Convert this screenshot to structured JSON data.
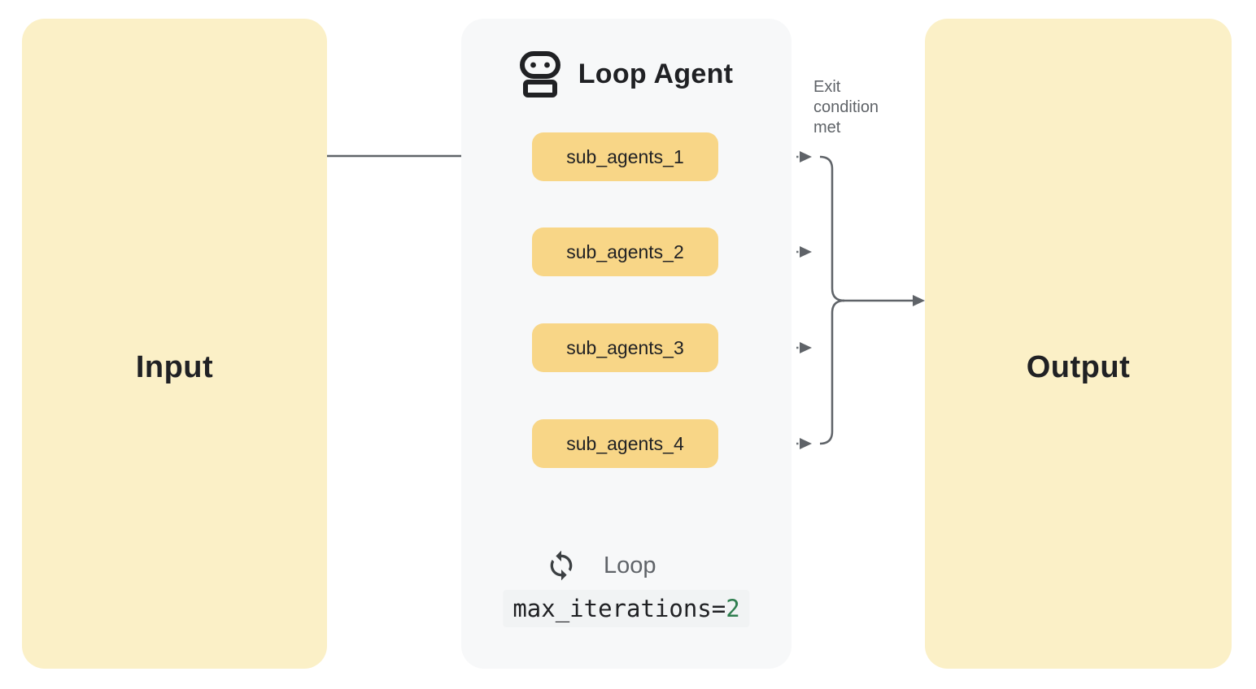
{
  "input": {
    "label": "Input"
  },
  "output": {
    "label": "Output"
  },
  "exit_label": "Exit\ncondition\nmet",
  "loop_agent": {
    "title": "Loop Agent",
    "icon": "robot-icon",
    "sub_agents": [
      {
        "label": "sub_agents_1"
      },
      {
        "label": "sub_agents_2"
      },
      {
        "label": "sub_agents_3"
      },
      {
        "label": "sub_agents_4"
      }
    ],
    "footer": {
      "icon": "loop-icon",
      "label": "Loop",
      "code_prefix": "max_iterations=",
      "code_value": "2"
    }
  },
  "colors": {
    "io_box": "#FBF0C7",
    "sub_agent_box": "#F8D687",
    "panel": "#F7F8F9",
    "connector": "#5F6368",
    "text_dark": "#202124",
    "label_gray": "#5F6368",
    "code_value_green": "#2E7D4E",
    "code_bg": "#F1F3F4"
  }
}
